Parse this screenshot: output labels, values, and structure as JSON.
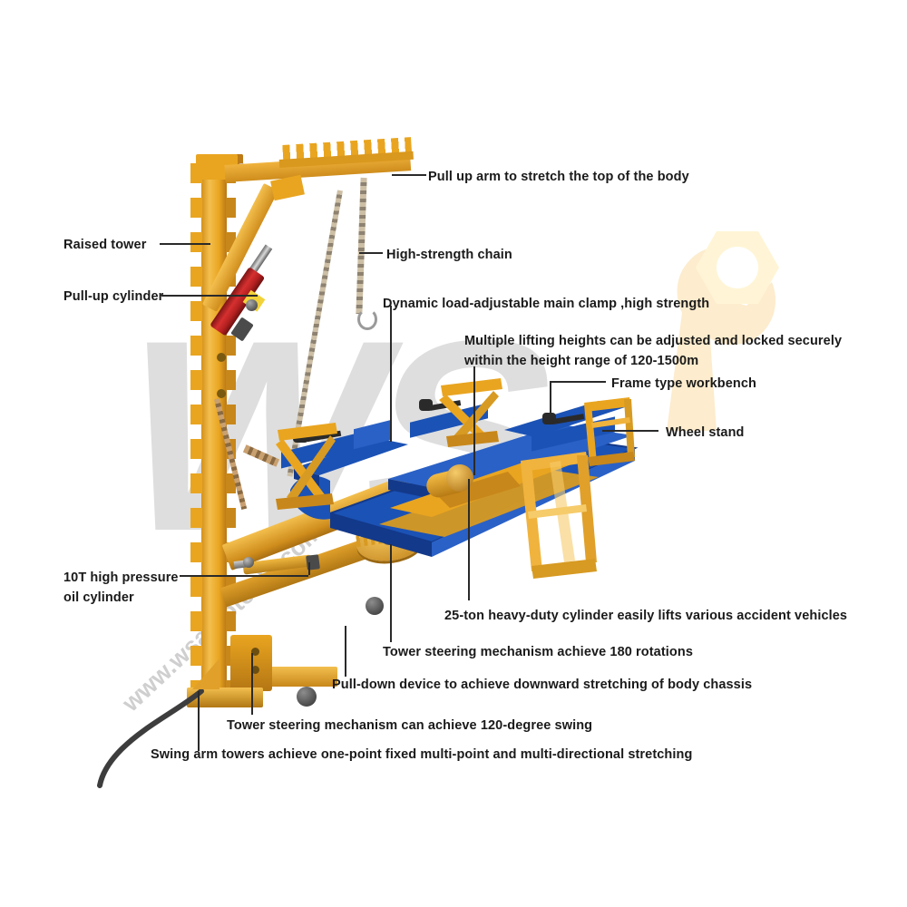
{
  "document": {
    "type": "product-annotation-diagram",
    "subject": "Auto body collision repair frame machine / car bench straightener",
    "background_color": "#ffffff"
  },
  "watermark": {
    "mark_text": "WS",
    "url_text": "www.wsautotools.com",
    "logo_name": "wrench-and-hex-nut-logo",
    "mark_color": "#d9d9d9",
    "logo_color": "#fdeccd"
  },
  "palette": {
    "yellow": "#e9a520",
    "yellow_dark": "#c8871a",
    "yellow_light": "#f5c453",
    "blue": "#1b52b5",
    "blue_dark": "#13398a",
    "blue_light": "#3d74d8",
    "red": "#c02020",
    "chain": "#b9ab93",
    "text": "#1a1a1a",
    "leader": "#2a2a2a"
  },
  "annotations": [
    {
      "id": "pull-up-arm",
      "label": "Pull up arm to stretch the top of the body",
      "target": "horizontal toothed pull-up arm at top of tower"
    },
    {
      "id": "raised-tower",
      "label": "Raised tower",
      "target": "vertical notched yellow tower column"
    },
    {
      "id": "high-strength-chain",
      "label": "High-strength chain",
      "target": "steel chain hanging from pull-up arm"
    },
    {
      "id": "pull-up-cylinder",
      "label": "Pull-up cylinder",
      "target": "red hydraulic cylinder on tower"
    },
    {
      "id": "main-clamp",
      "label": "Dynamic load-adjustable main clamp ,high strength",
      "target": "blue body clamp on bench rail"
    },
    {
      "id": "lifting-heights",
      "label_line_1": "Multiple lifting heights can be adjusted and locked securely",
      "label_line_2": "within the height range of 120-1500m",
      "target": "scissor lift stand under bench"
    },
    {
      "id": "frame-type-workbench",
      "label": "Frame type workbench",
      "target": "blue perimeter frame bench"
    },
    {
      "id": "wheel-stand",
      "label": "Wheel stand",
      "target": "yellow wheel stand at bench end"
    },
    {
      "id": "oil-cylinder-10t",
      "label_line_1": "10T high pressure",
      "label_line_2": "oil cylinder",
      "target": "horizontal hydraulic ram on swing arm"
    },
    {
      "id": "heavy-duty-cylinder-25t",
      "label": "25-ton heavy-duty cylinder easily lifts various accident vehicles",
      "target": "main lifting cylinder under bench"
    },
    {
      "id": "tower-steering-180",
      "label": "Tower steering mechanism achieve 180 rotations",
      "target": "toothed rotation plate on swing arm"
    },
    {
      "id": "pull-down-device",
      "label": "Pull-down device to achieve downward stretching of body chassis",
      "target": "lower pull-down beam of swing arm"
    },
    {
      "id": "tower-steering-120",
      "label": "Tower steering mechanism can achieve 120-degree swing",
      "target": "tower base swivel bracket"
    },
    {
      "id": "swing-arm-towers",
      "label": "Swing arm towers achieve one-point fixed multi-point and multi-directional stretching",
      "target": "tower base foot"
    }
  ]
}
